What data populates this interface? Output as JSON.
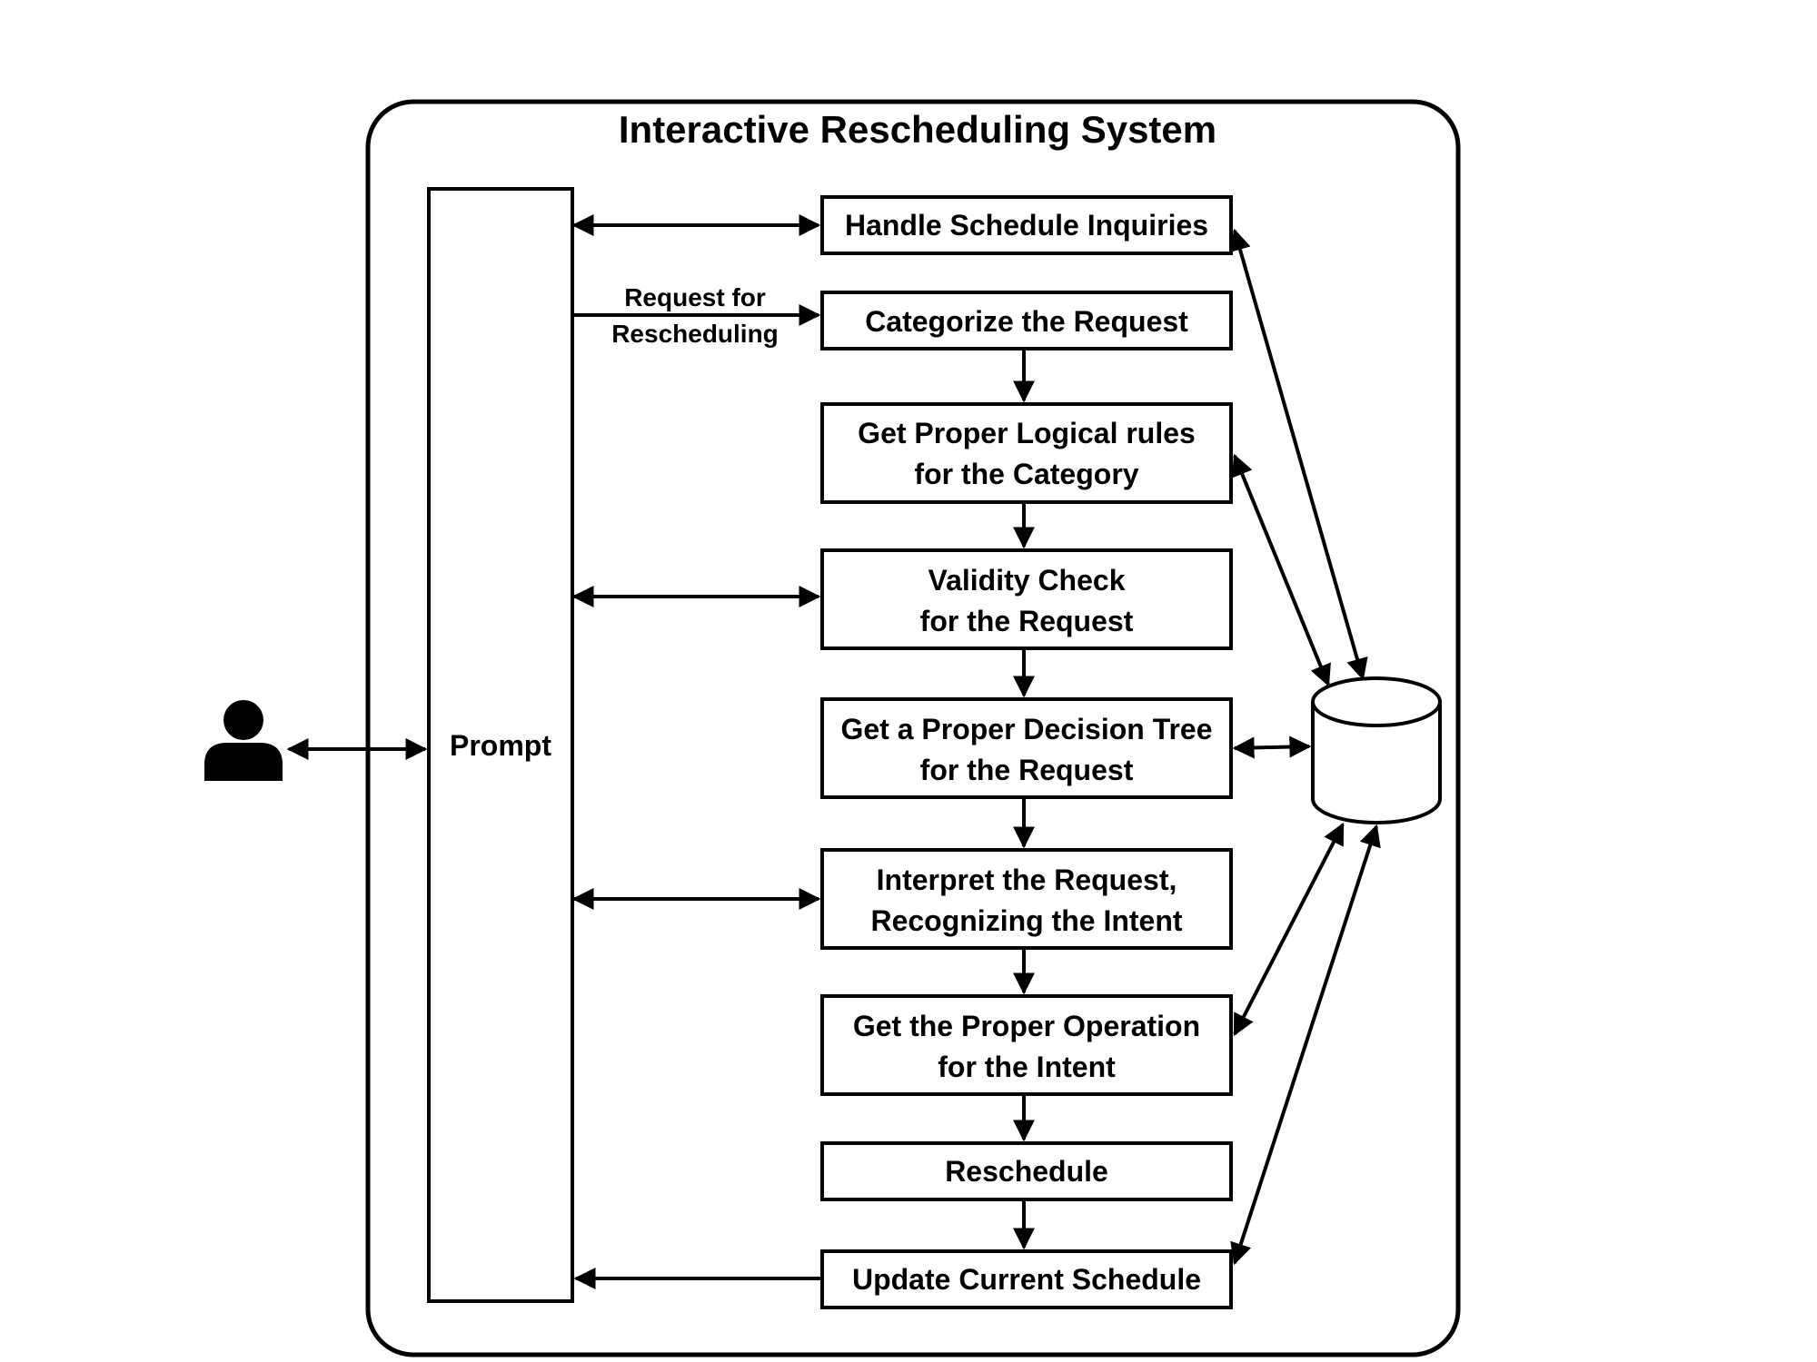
{
  "title": "Interactive Rescheduling System",
  "prompt_label": "Prompt",
  "user_icon": "user-icon",
  "database_icon": "database-cylinder-icon",
  "edge_label": [
    "Request for",
    "Rescheduling"
  ],
  "steps": [
    {
      "id": "handle-schedule-inquiries",
      "lines": [
        "Handle Schedule Inquiries"
      ]
    },
    {
      "id": "categorize-the-request",
      "lines": [
        "Categorize the Request"
      ]
    },
    {
      "id": "get-proper-logical-rules",
      "lines": [
        "Get Proper Logical rules",
        "for the Category"
      ]
    },
    {
      "id": "validity-check",
      "lines": [
        "Validity Check",
        "for the Request"
      ]
    },
    {
      "id": "get-proper-decision-tree",
      "lines": [
        "Get a Proper Decision Tree",
        "for the Request"
      ]
    },
    {
      "id": "interpret-the-request",
      "lines": [
        "Interpret the Request,",
        "Recognizing the Intent"
      ]
    },
    {
      "id": "get-proper-operation",
      "lines": [
        "Get the Proper Operation",
        "for the Intent"
      ]
    },
    {
      "id": "reschedule",
      "lines": [
        "Reschedule"
      ]
    },
    {
      "id": "update-current-schedule",
      "lines": [
        "Update Current Schedule"
      ]
    }
  ]
}
